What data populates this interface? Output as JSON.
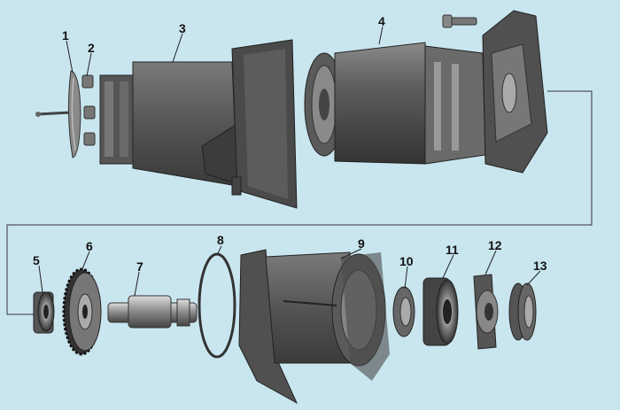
{
  "labels": {
    "p1": "1",
    "p2": "2",
    "p3": "3",
    "p4": "4",
    "p5": "5",
    "p6": "6",
    "p7": "7",
    "p8": "8",
    "p9": "9",
    "p10": "10",
    "p11": "11",
    "p12": "12",
    "p13": "13"
  },
  "colors": {
    "background": "#c9e6ef",
    "body_dark": "#4a4a4a",
    "body_mid": "#6e6e6e",
    "body_light": "#9a9a9a",
    "connector": "#333333"
  }
}
